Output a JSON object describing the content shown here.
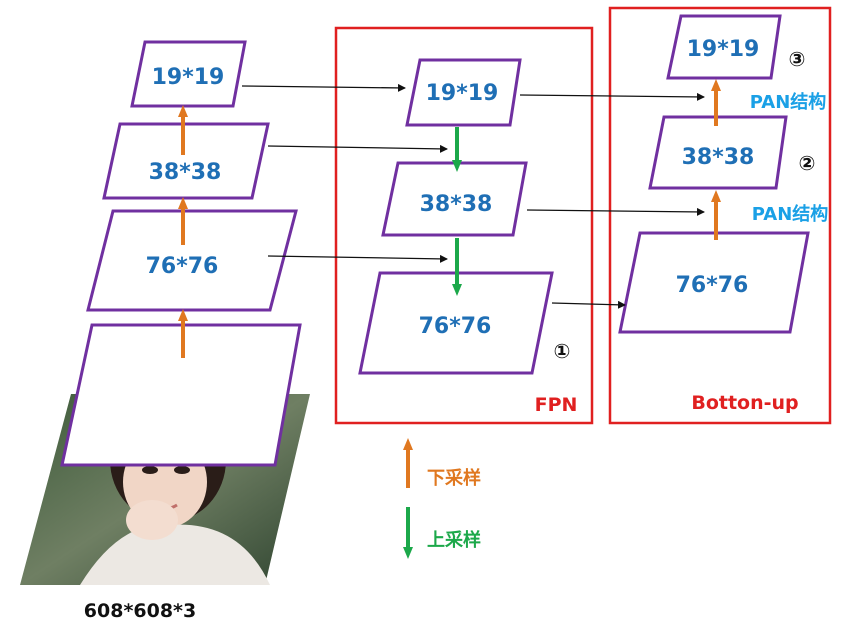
{
  "backbone": {
    "input_label": "608*608*3",
    "levels": [
      "76*76",
      "38*38",
      "19*19"
    ]
  },
  "fpn": {
    "title": "FPN",
    "levels": [
      "19*19",
      "38*38",
      "76*76"
    ],
    "marker": "①"
  },
  "bottom_up": {
    "title": "Botton-up",
    "levels": [
      "19*19",
      "38*38",
      "76*76"
    ],
    "marker_top": "③",
    "marker_mid": "②",
    "pan_label_1": "PAN结构",
    "pan_label_2": "PAN结构"
  },
  "legend": {
    "downsample": "下采样",
    "upsample": "上采样"
  },
  "colors": {
    "parallelogram": "#7030a0",
    "panel_border": "#e02020",
    "feature_text": "#1f6fb5",
    "downsample_arrow": "#e07820",
    "upsample_arrow": "#1ca84a",
    "pan_text": "#1aa0e6"
  }
}
